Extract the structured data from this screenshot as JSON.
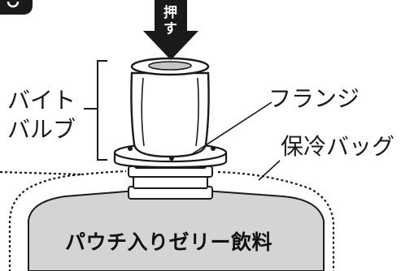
{
  "diagram": {
    "push_line1": "押",
    "push_line2": "す",
    "bite_valve_line1": "バイト",
    "bite_valve_line2": "バルブ",
    "flange_label": "フランジ",
    "cooler_bag_label": "保冷バッグ",
    "pouch_label": "パウチ入りゼリー飲料"
  },
  "colors": {
    "ink": "#1a1a1a",
    "pouch_fill": "#d4d4d4",
    "arrow_fill": "#1a1a1a",
    "background": "#ffffff"
  },
  "icons": [
    "push-arrow-icon",
    "step-badge-icon"
  ]
}
